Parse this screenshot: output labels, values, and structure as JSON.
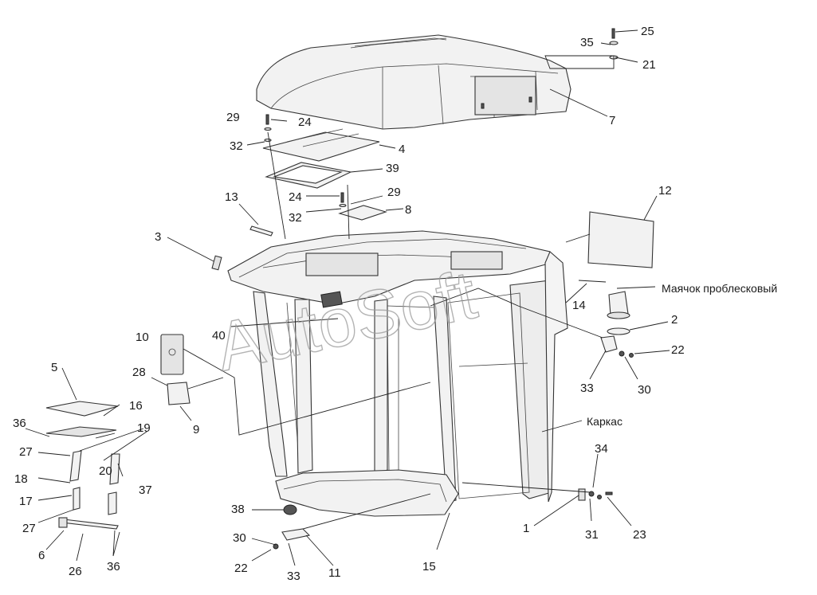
{
  "watermark": "AutoSoft",
  "labels": {
    "n1": "1",
    "n2": "2",
    "n3": "3",
    "n4": "4",
    "n5": "5",
    "n6": "6",
    "n7": "7",
    "n8": "8",
    "n9": "9",
    "n10": "10",
    "n11": "11",
    "n12": "12",
    "n13": "13",
    "n14": "14",
    "n15": "15",
    "n16": "16",
    "n17": "17",
    "n18": "18",
    "n19": "19",
    "n20": "20",
    "n21": "21",
    "n22a": "22",
    "n22b": "22",
    "n23": "23",
    "n24a": "24",
    "n24b": "24",
    "n25": "25",
    "n26": "26",
    "n27a": "27",
    "n27b": "27",
    "n28": "28",
    "n29a": "29",
    "n29b": "29",
    "n30a": "30",
    "n30b": "30",
    "n31": "31",
    "n32a": "32",
    "n32b": "32",
    "n33a": "33",
    "n33b": "33",
    "n34": "34",
    "n35": "35",
    "n36a": "36",
    "n36b": "36",
    "n37": "37",
    "n38": "38",
    "n39": "39",
    "n40": "40",
    "beacon": "Маячок проблесковый",
    "frame": "Каркас"
  }
}
